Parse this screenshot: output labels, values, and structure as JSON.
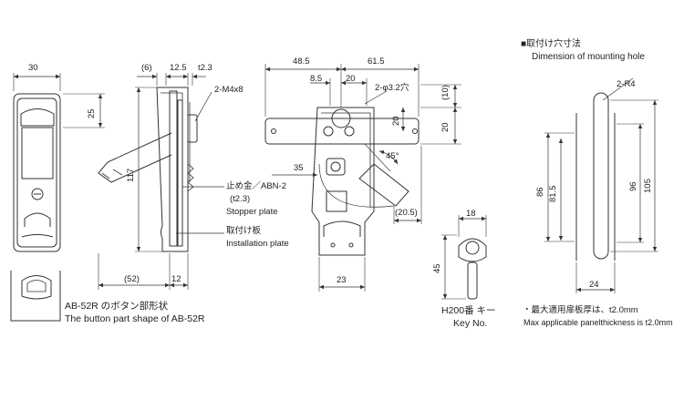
{
  "dimensions": {
    "front_width": "30",
    "front_top": "25",
    "side_6": "(6)",
    "side_12_5": "12.5",
    "side_t2_3": "t2.3",
    "side_height": "117",
    "side_52": "(52)",
    "side_12": "12",
    "back_48_5": "48.5",
    "back_61_5": "61.5",
    "back_8_5": "8.5",
    "back_20": "20",
    "back_10": "(10)",
    "back_20_v": "20",
    "back_20_r": "20",
    "back_35": "35",
    "back_45deg": "45°",
    "back_20_5": "(20.5)",
    "back_23": "23",
    "key_18": "18",
    "key_45": "45",
    "mount_86": "86",
    "mount_81_5": "81.5",
    "mount_96": "96",
    "mount_105": "105",
    "mount_24": "24"
  },
  "callouts": {
    "screws": "2-M4x8",
    "holes": "2-φ3.2穴",
    "radius": "2-R4"
  },
  "labels": {
    "stopper_jp": "止め金／ABN-2",
    "stopper_thickness": "(t2.3)",
    "stopper_en": "Stopper plate",
    "install_jp": "取付け板",
    "install_en": "Installation plate",
    "button_jp": "AB-52R のボタン部形状",
    "button_en": "The button part shape of AB-52R",
    "key_jp": "H200番 キー",
    "key_en": "Key No."
  },
  "notes": {
    "mount_title_jp": "■取付け穴寸法",
    "mount_title_en": "Dimension of mounting hole",
    "panel_jp": "・最大適用扉板厚は、t2.0mm",
    "panel_en": "Max applicable panelthickness is t2.0mm"
  }
}
